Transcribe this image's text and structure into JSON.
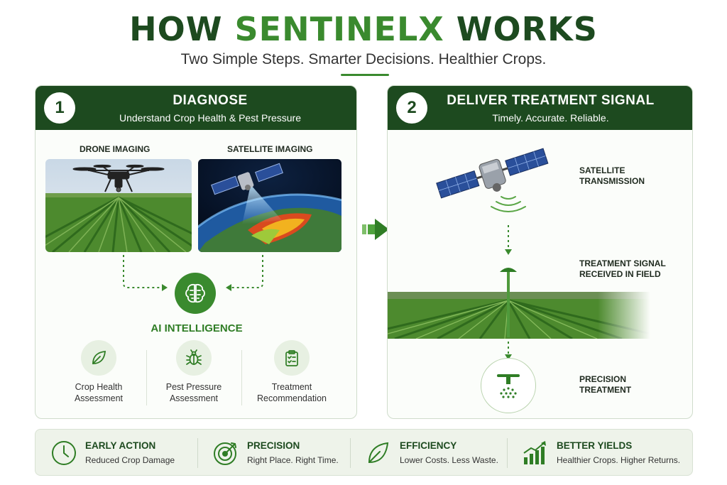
{
  "title": {
    "prefix": "HOW ",
    "accent": "SENTINELX",
    "suffix": " WORKS"
  },
  "subtitle": "Two Simple Steps. Smarter Decisions. Healthier Crops.",
  "step1": {
    "number": "1",
    "heading": "DIAGNOSE",
    "subheading": "Understand Crop Health & Pest Pressure",
    "drone_label": "DRONE IMAGING",
    "satellite_label": "SATELLITE IMAGING",
    "ai_label": "AI INTELLIGENCE",
    "items": [
      {
        "line1": "Crop Health",
        "line2": "Assessment",
        "icon": "leaf-icon"
      },
      {
        "line1": "Pest Pressure",
        "line2": "Assessment",
        "icon": "bug-icon"
      },
      {
        "line1": "Treatment",
        "line2": "Recommendation",
        "icon": "clipboard-check-icon"
      }
    ]
  },
  "step2": {
    "number": "2",
    "heading": "DELIVER TREATMENT SIGNAL",
    "subheading": "Timely. Accurate. Reliable.",
    "labels": [
      {
        "line1": "SATELLITE",
        "line2": "TRANSMISSION"
      },
      {
        "line1": "TREATMENT SIGNAL",
        "line2": "RECEIVED IN FIELD"
      },
      {
        "line1": "PRECISION",
        "line2": "TREATMENT"
      }
    ]
  },
  "benefits": [
    {
      "title": "EARLY ACTION",
      "sub": "Reduced Crop Damage",
      "icon": "clock-icon"
    },
    {
      "title": "PRECISION",
      "sub": "Right Place. Right Time.",
      "icon": "target-icon"
    },
    {
      "title": "EFFICIENCY",
      "sub": "Lower Costs. Less Waste.",
      "icon": "leaf-icon"
    },
    {
      "title": "BETTER YIELDS",
      "sub": "Healthier Crops. Higher Returns.",
      "icon": "growth-chart-icon"
    }
  ],
  "colors": {
    "dark_green": "#1d4a1f",
    "accent_green": "#3a8a2e",
    "light_green": "#e7f0e2"
  }
}
